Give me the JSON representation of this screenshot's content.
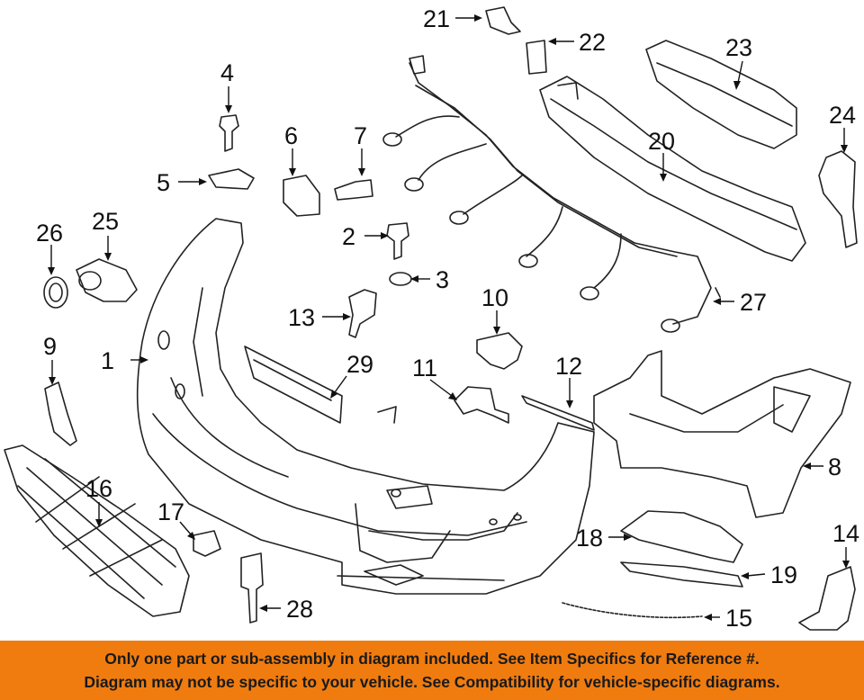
{
  "diagram": {
    "callouts": [
      "1",
      "2",
      "3",
      "4",
      "5",
      "6",
      "7",
      "8",
      "9",
      "10",
      "11",
      "12",
      "13",
      "14",
      "15",
      "16",
      "17",
      "18",
      "19",
      "20",
      "21",
      "22",
      "23",
      "24",
      "25",
      "26",
      "27",
      "28",
      "29"
    ]
  },
  "banner": {
    "line1": "Only one part or sub-assembly in diagram included. See Item Specifics for Reference #.",
    "line2": "Diagram may not be specific to your vehicle. See Compatibility for vehicle-specific diagrams."
  },
  "colors": {
    "banner_bg": "#f07c0f",
    "text": "#1a1a1a"
  }
}
